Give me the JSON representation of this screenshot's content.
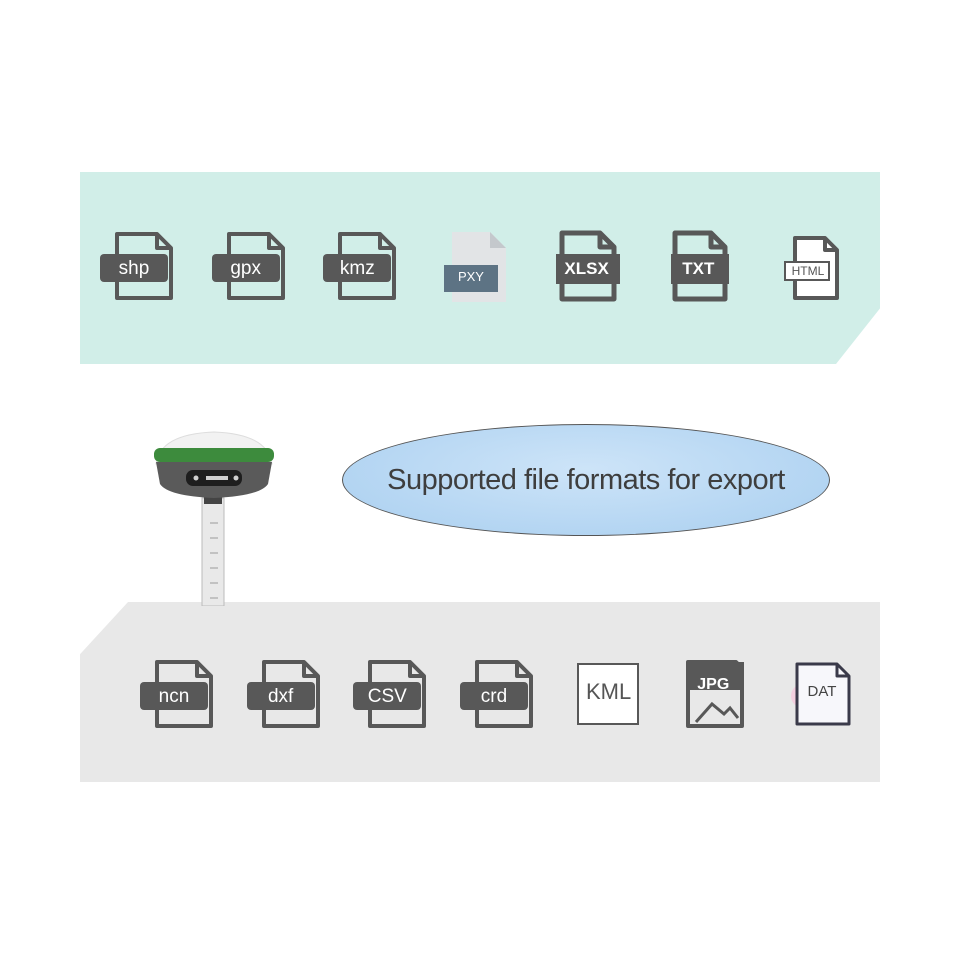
{
  "headline": "Supported file formats for export",
  "colors": {
    "top_band": "#d1eee8",
    "bottom_band": "#e8e8e8",
    "icon_gray": "#585858",
    "oval_fill": "#b7d7f3"
  },
  "formats_top": [
    {
      "label": "shp",
      "icon": "file-tag-icon"
    },
    {
      "label": "gpx",
      "icon": "file-tag-icon"
    },
    {
      "label": "kmz",
      "icon": "file-tag-icon"
    },
    {
      "label": "PXY",
      "icon": "file-flat-icon"
    },
    {
      "label": "XLSX",
      "icon": "file-bar-icon"
    },
    {
      "label": "TXT",
      "icon": "file-bar-icon"
    },
    {
      "label": "HTML",
      "icon": "file-outline-icon"
    }
  ],
  "formats_bottom": [
    {
      "label": "ncn",
      "icon": "file-tag-icon"
    },
    {
      "label": "dxf",
      "icon": "file-tag-icon"
    },
    {
      "label": "CSV",
      "icon": "file-tag-icon"
    },
    {
      "label": "crd",
      "icon": "file-tag-icon"
    },
    {
      "label": "KML",
      "icon": "file-box-icon"
    },
    {
      "label": "JPG",
      "icon": "file-jpg-icon"
    },
    {
      "label": "DAT",
      "icon": "file-dat-icon"
    }
  ]
}
